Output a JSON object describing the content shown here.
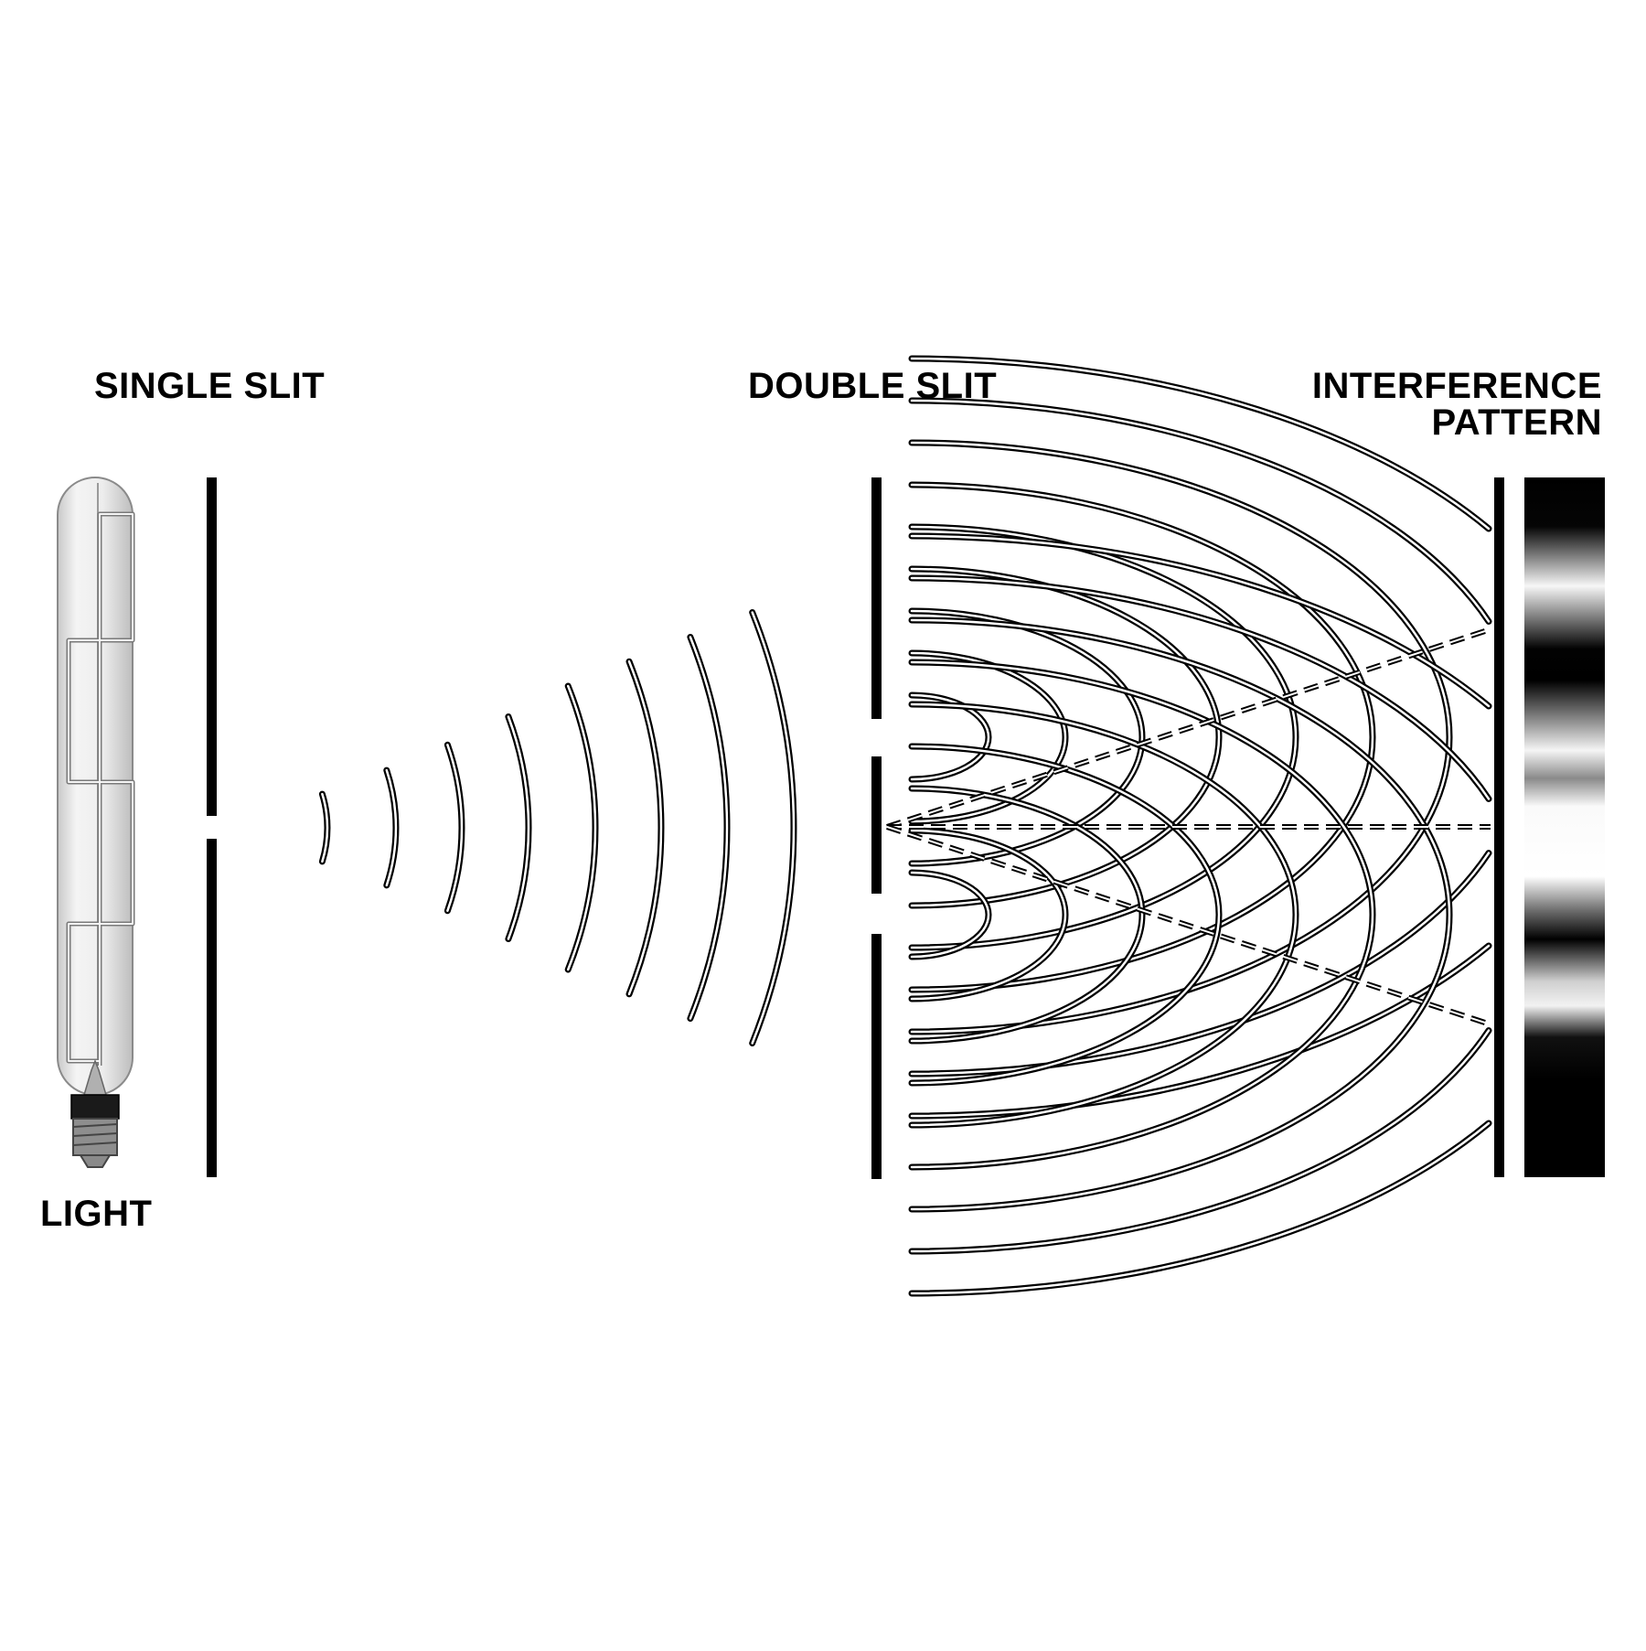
{
  "labels": {
    "single_slit": "SINGLE SLIT",
    "double_slit": "DOUBLE SLIT",
    "interference_line1": "INTERFERENCE",
    "interference_line2": "PATTERN",
    "light": "LIGHT"
  },
  "colors": {
    "ink": "#000000",
    "wave_fill": "#ffffff",
    "bulb_glass": "#e9e9e9",
    "background": "#ffffff"
  },
  "icons": [
    "light-bulb-icon"
  ],
  "pattern": {
    "bright_fringes": 4,
    "dark_fringes": 5
  }
}
